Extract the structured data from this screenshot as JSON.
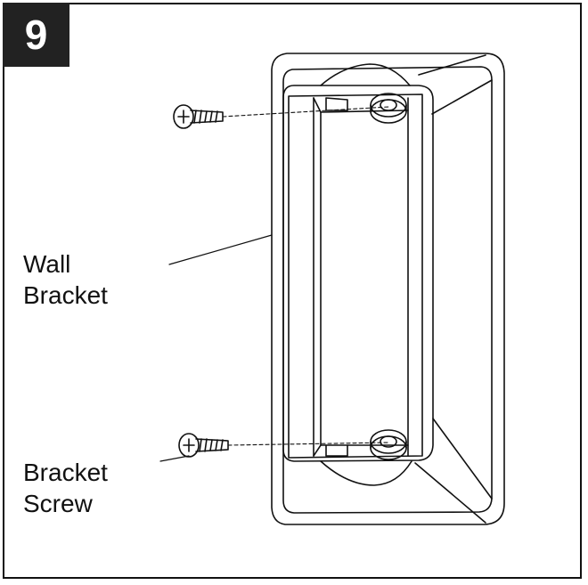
{
  "step": {
    "number": "9"
  },
  "labels": {
    "wall_bracket": {
      "line1": "Wall",
      "line2": "Bracket"
    },
    "bracket_screw": {
      "line1": "Bracket",
      "line2": "Screw"
    }
  },
  "colors": {
    "ink": "#111111",
    "badge_bg": "#222222",
    "background": "#ffffff"
  },
  "icons": [
    "screw-icon",
    "wall-bracket-icon"
  ]
}
